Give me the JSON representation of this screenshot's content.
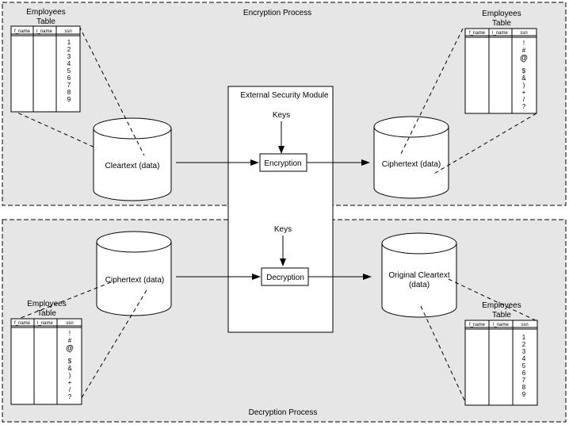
{
  "panels": {
    "encryption": {
      "title": "Encryption Process"
    },
    "decryption": {
      "title": "Decryption Process"
    }
  },
  "module": {
    "title": "External Security Module",
    "keys_top": "Keys",
    "keys_bottom": "Keys",
    "encryption_box": "Encryption",
    "decryption_box": "Decryption"
  },
  "cylinders": {
    "cleartext": "Cleartext (data)",
    "ciphertext_right": "Ciphertext (data)",
    "ciphertext_left": "Ciphertext (data)",
    "original_line1": "Original Cleartext",
    "original_line2": "(data)"
  },
  "tables": {
    "title_line1": "Employees",
    "title_line2": "Table",
    "columns": [
      "f_name",
      "l_name",
      "ssn"
    ],
    "clear_values": [
      "1",
      "2",
      "3",
      "4",
      "5",
      "6",
      "7",
      "8",
      "9"
    ],
    "cipher_values": [
      "!",
      "#",
      "@",
      "'",
      "$",
      "&",
      ")",
      "+",
      "/",
      "?"
    ]
  }
}
